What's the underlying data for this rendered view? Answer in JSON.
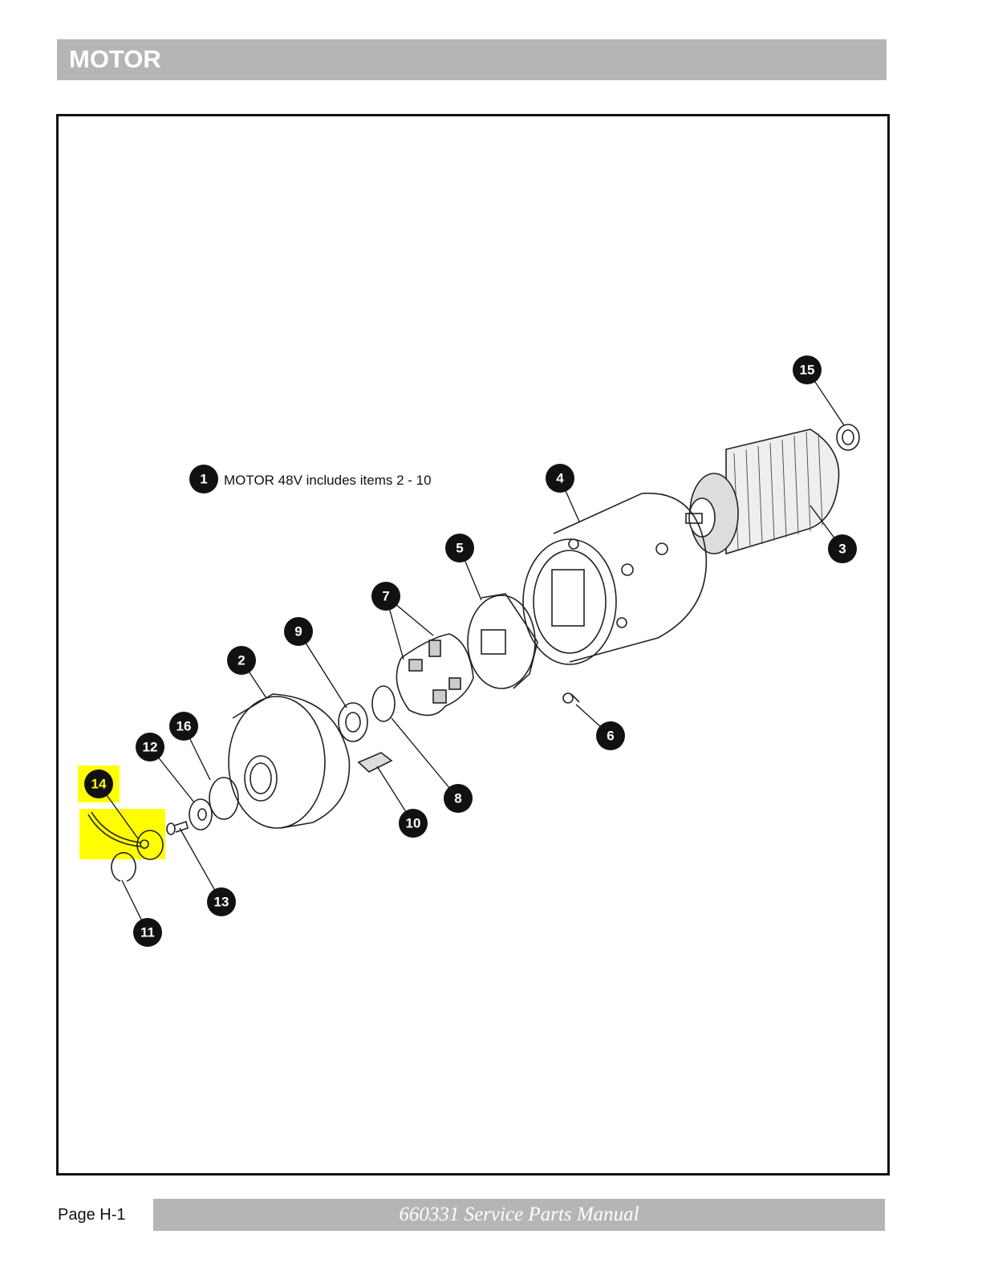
{
  "header": {
    "title": "MOTOR"
  },
  "note": {
    "callout": "1",
    "text": "MOTOR 48V includes items 2 - 10"
  },
  "callouts": [
    "15",
    "4",
    "3",
    "5",
    "7",
    "9",
    "2",
    "16",
    "12",
    "14",
    "6",
    "8",
    "10",
    "13",
    "11"
  ],
  "highlight": {
    "item": "14",
    "color": "#ffff00"
  },
  "footer": {
    "page": "Page  H-1",
    "manual": "660331 Service Parts Manual"
  }
}
